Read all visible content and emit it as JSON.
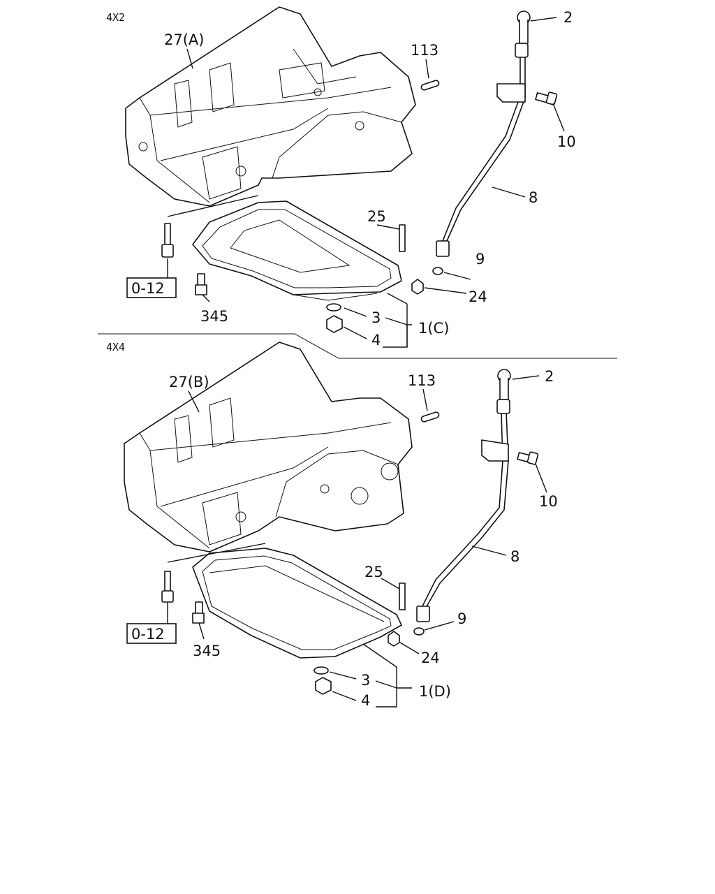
{
  "sections": [
    {
      "id": "4x2",
      "title": "4X2",
      "labels": {
        "block": "27(A)",
        "dowel": "113",
        "cap": "2",
        "bolt10": "10",
        "tube": "8",
        "stud": "25",
        "oring": "9",
        "bolt_ref": "0-12",
        "bolt345": "345",
        "nut": "24",
        "washer": "3",
        "pan": "1(C)",
        "plug": "4"
      }
    },
    {
      "id": "4x4",
      "title": "4X4",
      "labels": {
        "block": "27(B)",
        "dowel": "113",
        "cap": "2",
        "bolt10": "10",
        "tube": "8",
        "stud": "25",
        "oring": "9",
        "bolt_ref": "0-12",
        "bolt345": "345",
        "nut": "24",
        "washer": "3",
        "pan": "1(D)",
        "plug": "4"
      }
    }
  ]
}
